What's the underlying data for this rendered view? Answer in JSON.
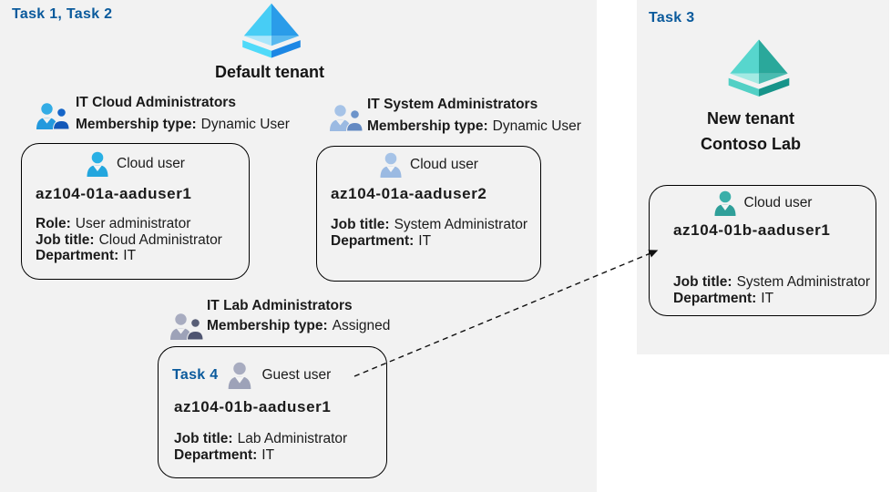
{
  "palette": {
    "panel_background": "#f2f2f2",
    "task_label_blue": "#0a5a9c",
    "text_color": "#1b1b1b",
    "card_border": "#000000",
    "azure_tenant_blue_light": "#47cdf5",
    "azure_tenant_blue_dark": "#2a9ce9",
    "azure_tenant_teal_light": "#57d6cd",
    "azure_tenant_teal_dark": "#2aa89b",
    "cloud_user_blue": "#29b0e5",
    "cloud_user_periwinkle": "#a3c1e5",
    "guest_user_gray": "#9fa4ba",
    "cloud_user_teal": "#35aaa4"
  },
  "left": {
    "task_label": "Task 1, Task 2",
    "tenant": {
      "icon": "azure-ad-tenant-blue-icon",
      "name": "Default tenant"
    },
    "groups": [
      {
        "icon": "group-users-blue-icon",
        "name": "IT Cloud Administrators",
        "membership_label": "Membership type:",
        "membership_value": "Dynamic User"
      },
      {
        "icon": "group-users-periwinkle-icon",
        "name": "IT System Administrators",
        "membership_label": "Membership type:",
        "membership_value": "Dynamic User"
      },
      {
        "icon": "group-users-gray-icon",
        "name": "IT Lab Administrators",
        "membership_label": "Membership type:",
        "membership_value": "Assigned"
      }
    ],
    "cards": [
      {
        "icon": "cloud-user-blue-icon",
        "user_type": "Cloud user",
        "username": "az104-01a-aaduser1",
        "fields": [
          {
            "label": "Role:",
            "value": "User administrator"
          },
          {
            "label": "Job title:",
            "value": "Cloud Administrator"
          },
          {
            "label": "Department:",
            "value": "IT"
          }
        ]
      },
      {
        "icon": "cloud-user-periwinkle-icon",
        "user_type": "Cloud user",
        "username": "az104-01a-aaduser2",
        "fields": [
          {
            "label": "Job title:",
            "value": "System Administrator"
          },
          {
            "label": "Department:",
            "value": "IT"
          }
        ]
      },
      {
        "task_label": "Task 4",
        "icon": "guest-user-gray-icon",
        "user_type": "Guest user",
        "username": "az104-01b-aaduser1",
        "fields": [
          {
            "label": "Job title:",
            "value": "Lab Administrator"
          },
          {
            "label": "Department:",
            "value": "IT"
          }
        ]
      }
    ]
  },
  "right": {
    "task_label": "Task 3",
    "tenant": {
      "icon": "azure-ad-tenant-teal-icon",
      "name_line1": "New tenant",
      "name_line2": "Contoso Lab"
    },
    "card": {
      "icon": "cloud-user-teal-icon",
      "user_type": "Cloud user",
      "username": "az104-01b-aaduser1",
      "fields": [
        {
          "label": "Job title:",
          "value": "System Administrator"
        },
        {
          "label": "Department:",
          "value": "IT"
        }
      ]
    }
  },
  "connector": {
    "type": "dashed-arrow",
    "from": "guest-user-card",
    "to": "new-tenant-cloud-user-card"
  }
}
